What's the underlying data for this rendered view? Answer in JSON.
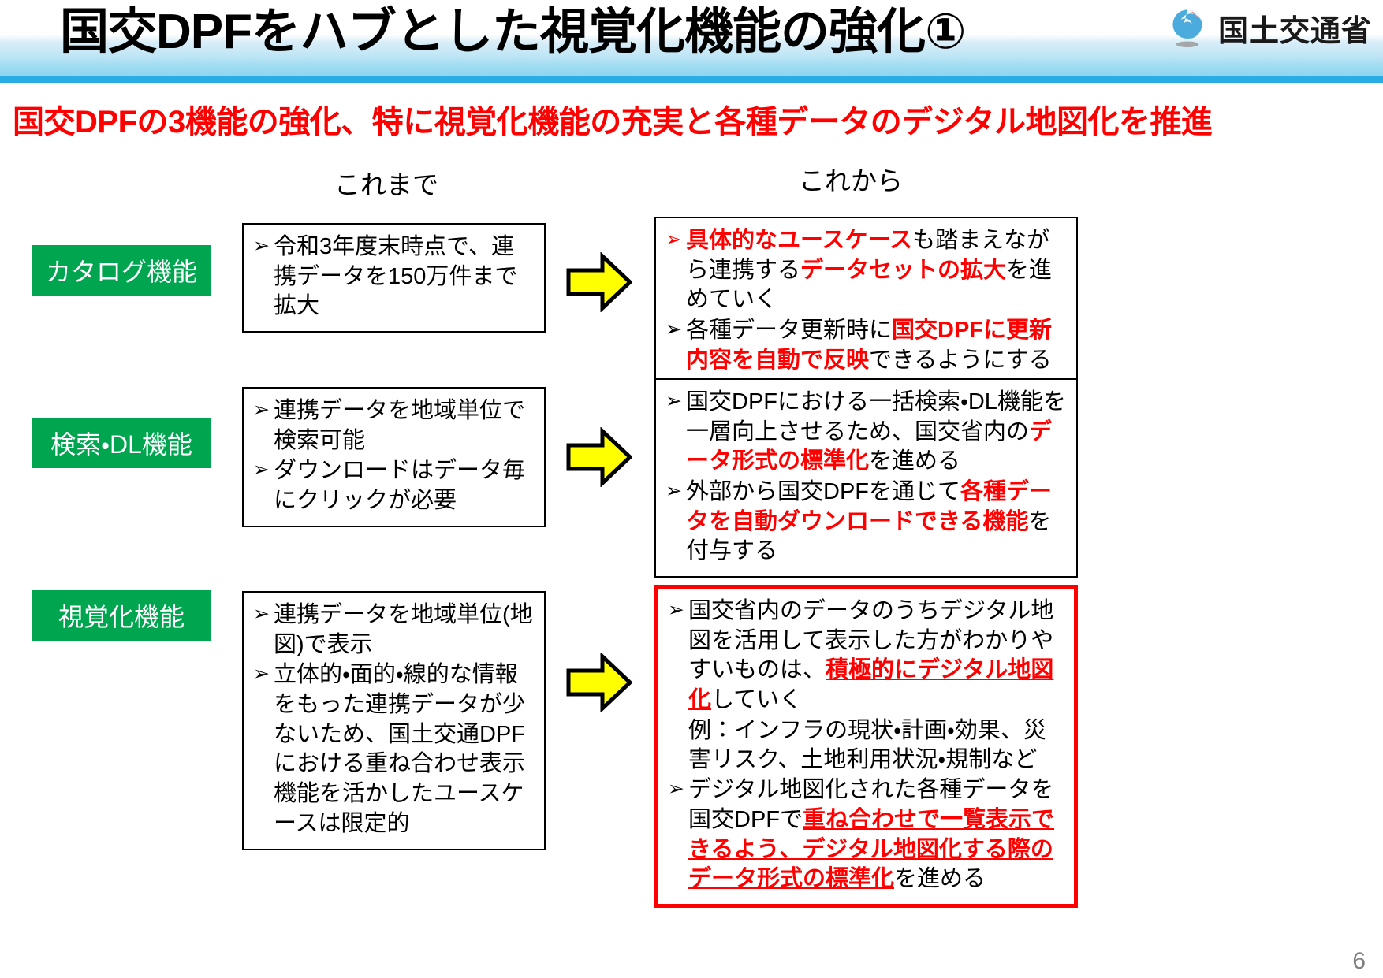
{
  "header": {
    "title": "国交DPFをハブとした視覚化機能の強化①",
    "ministry_name": "国土交通省",
    "logo_icon": "ministry-swirl-logo-icon",
    "band_color": "#9ddcf2",
    "rule_color": "#29ade4"
  },
  "subtitle": {
    "text": "国交DPFの3機能の強化、特に視覚化機能の充実と各種データのデジタル地図化を推進",
    "color": "#ff0000"
  },
  "columns": {
    "before": "これまで",
    "after": "これから"
  },
  "accent": {
    "tag_green": "#00a54f",
    "highlight_red": "#ff0000",
    "arrow_yellow": "#ffff00",
    "emphasis_border": "#ff0000"
  },
  "rows": [
    {
      "tag": "カタログ機能",
      "arrow_icon": "right-arrow-icon",
      "before": {
        "bullets": [
          {
            "marker": "➢",
            "marker_red": false,
            "segments": [
              {
                "t": "令和3年度末時点で、連携データを150万件まで拡大",
                "s": "normal"
              }
            ]
          }
        ],
        "extra_lines": []
      },
      "after": {
        "emphasized": false,
        "bullets": [
          {
            "marker": "➢",
            "marker_red": true,
            "segments": [
              {
                "t": "具体的なユースケース",
                "s": "hl"
              },
              {
                "t": "も踏まえながら連携する",
                "s": "normal"
              },
              {
                "t": "データセットの拡大",
                "s": "hl"
              },
              {
                "t": "を進めていく",
                "s": "normal"
              }
            ]
          },
          {
            "marker": "➢",
            "marker_red": false,
            "segments": [
              {
                "t": "各種データ更新時に",
                "s": "normal"
              },
              {
                "t": "国交DPFに更新内容を自動で反映",
                "s": "hl"
              },
              {
                "t": "できるようにする",
                "s": "normal"
              }
            ]
          }
        ],
        "extra_lines": []
      }
    },
    {
      "tag": "検索・DL機能",
      "arrow_icon": "right-arrow-icon",
      "before": {
        "bullets": [
          {
            "marker": "➢",
            "marker_red": false,
            "segments": [
              {
                "t": "連携データを地域単位で検索可能",
                "s": "normal"
              }
            ]
          },
          {
            "marker": "➢",
            "marker_red": false,
            "segments": [
              {
                "t": "ダウンロードはデータ毎にクリックが必要",
                "s": "normal"
              }
            ]
          }
        ],
        "extra_lines": []
      },
      "after": {
        "emphasized": false,
        "bullets": [
          {
            "marker": "➢",
            "marker_red": false,
            "segments": [
              {
                "t": "国交DPFにおける一括検索・DL機能を一層向上させるため、国交省内の",
                "s": "normal"
              },
              {
                "t": "データ形式の標準化",
                "s": "hl"
              },
              {
                "t": "を進める",
                "s": "normal"
              }
            ]
          },
          {
            "marker": "➢",
            "marker_red": false,
            "segments": [
              {
                "t": "外部から国交DPFを通じて",
                "s": "normal"
              },
              {
                "t": "各種データを自動ダウンロードできる機能",
                "s": "hl"
              },
              {
                "t": "を付与する",
                "s": "normal"
              }
            ]
          }
        ],
        "extra_lines": []
      }
    },
    {
      "tag": "視覚化機能",
      "arrow_icon": "right-arrow-icon",
      "before": {
        "bullets": [
          {
            "marker": "➢",
            "marker_red": false,
            "segments": [
              {
                "t": "連携データを地域単位(地図)で表示",
                "s": "normal"
              }
            ]
          },
          {
            "marker": "➢",
            "marker_red": false,
            "segments": [
              {
                "t": "立体的・面的・線的な情報をもった連携データが少ないため、国土交通DPFにおける重ね合わせ表示機能を活かしたユースケースは限定的",
                "s": "normal"
              }
            ]
          }
        ],
        "extra_lines": []
      },
      "after": {
        "emphasized": true,
        "bullets": [
          {
            "marker": "➢",
            "marker_red": false,
            "segments": [
              {
                "t": "国交省内のデータのうちデジタル地図を活用して表示した方がわかりやすいものは、",
                "s": "normal"
              },
              {
                "t": "積極的にデジタル地図化",
                "s": "hl-u"
              },
              {
                "t": "していく",
                "s": "normal"
              }
            ]
          },
          {
            "marker": "",
            "marker_red": false,
            "plain": true,
            "segments": [
              {
                "t": "例：インフラの現状・計画・効果、災害リスク、土地利用状況・規制など",
                "s": "normal"
              }
            ]
          },
          {
            "marker": "➢",
            "marker_red": false,
            "segments": [
              {
                "t": "デジタル地図化された各種データを国交DPFで",
                "s": "normal"
              },
              {
                "t": "重ね合わせで一覧表示できるよう、デジタル地図化する際のデータ形式の標準化",
                "s": "hl-u"
              },
              {
                "t": "を進める",
                "s": "normal"
              }
            ]
          }
        ],
        "extra_lines": []
      }
    }
  ],
  "footer": {
    "page_number": "6"
  }
}
